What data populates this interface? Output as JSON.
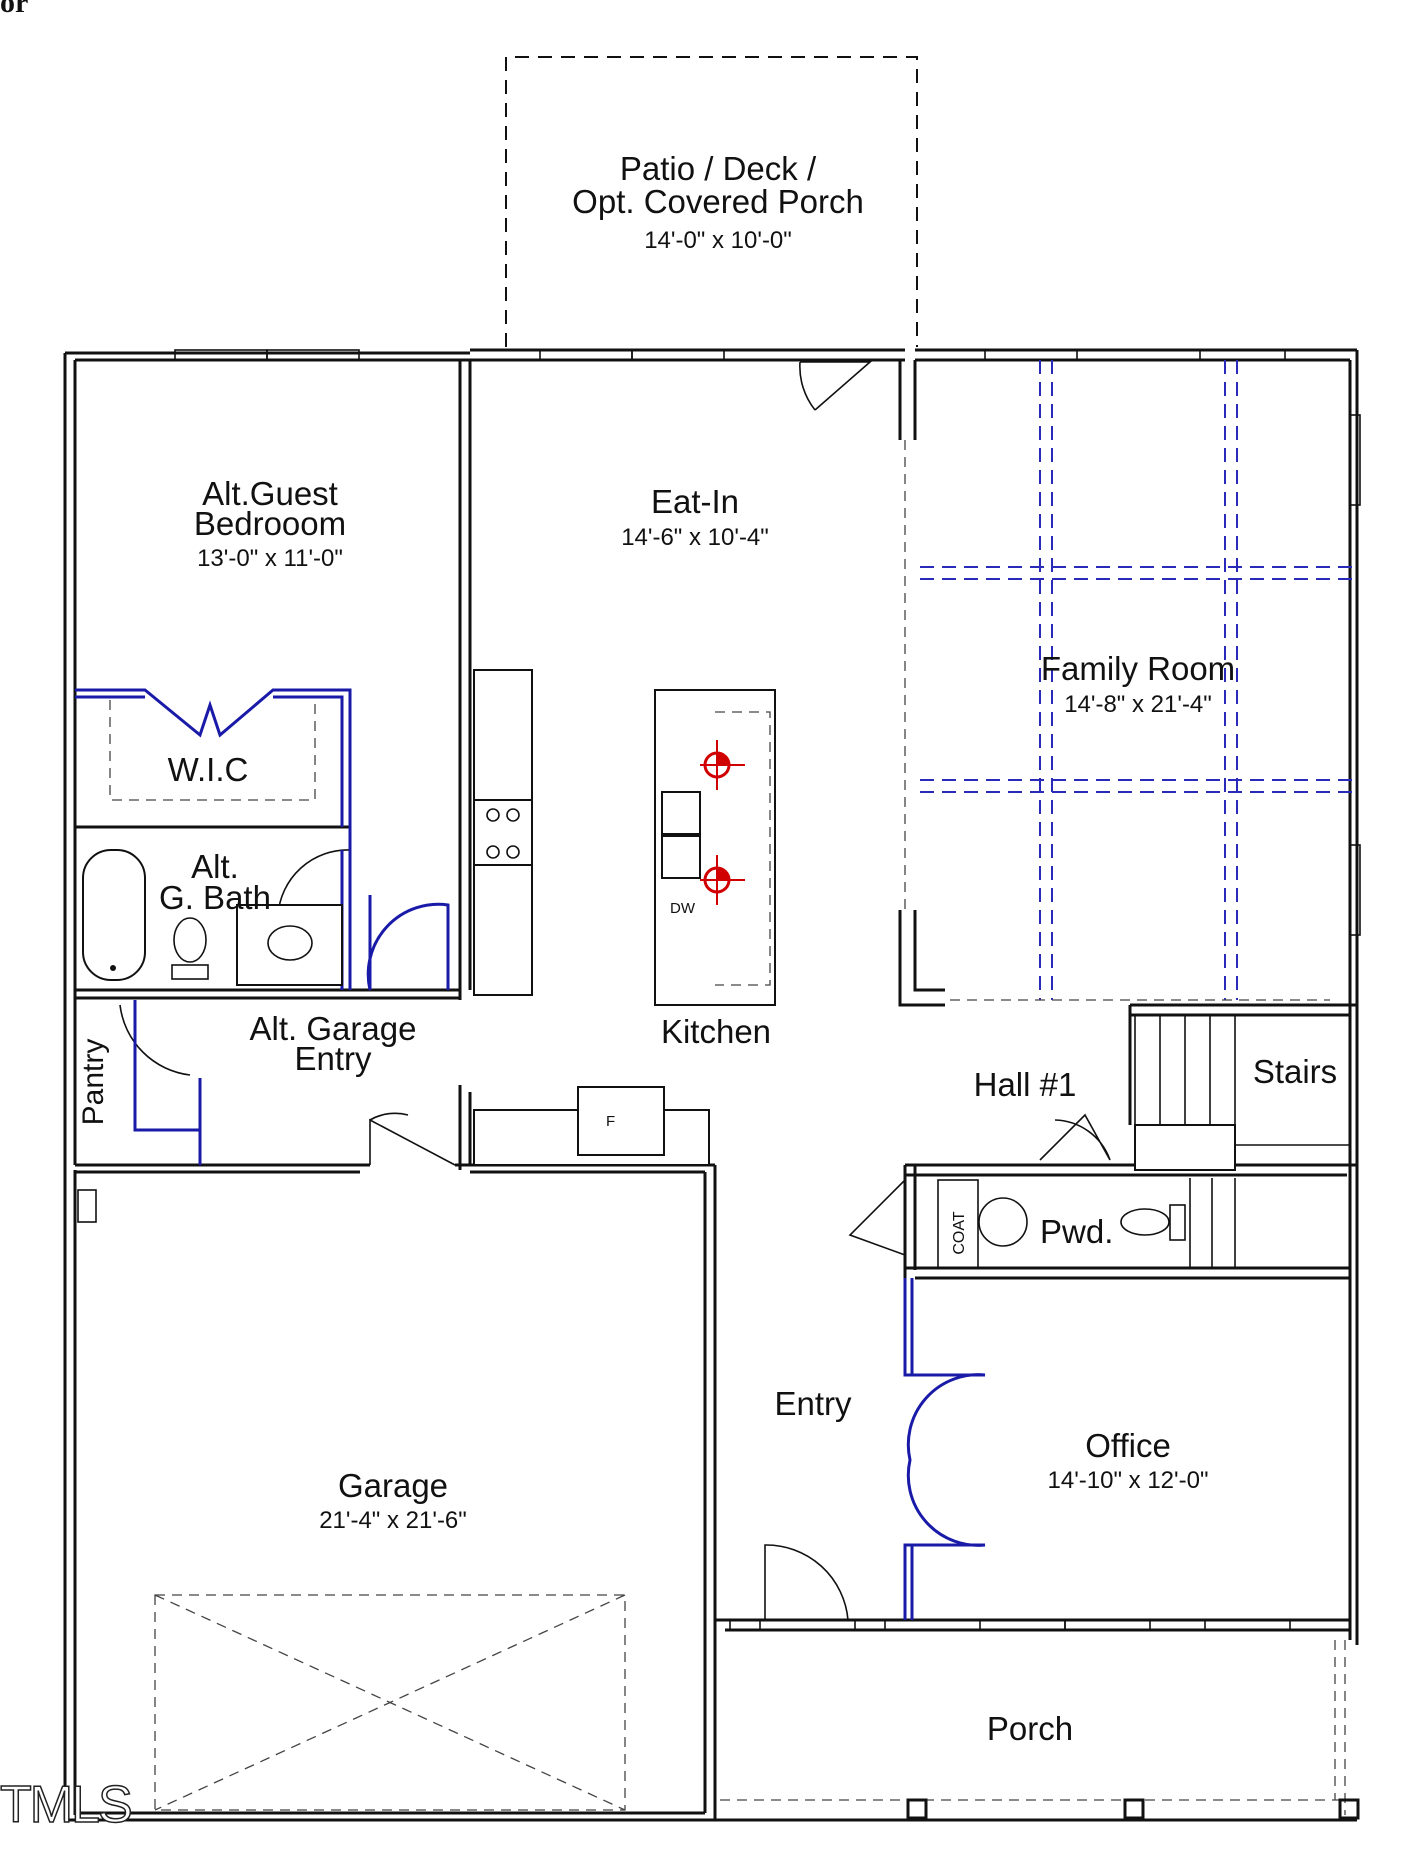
{
  "corner_text": "or",
  "watermark": "TMLS",
  "rooms": {
    "patio": {
      "name_line1": "Patio / Deck /",
      "name_line2": "Opt. Covered Porch",
      "dims": "14'-0\" x 10'-0\""
    },
    "guest_bedroom": {
      "name_line1": "Alt.Guest",
      "name_line2": "Bedrooom",
      "dims": "13'-0\" x 11'-0\""
    },
    "eat_in": {
      "name": "Eat-In",
      "dims": "14'-6\" x 10'-4\""
    },
    "family_room": {
      "name": "Family Room",
      "dims": "14'-8\" x 21'-4\""
    },
    "wic": {
      "name": "W.I.C"
    },
    "guest_bath": {
      "name_line1": "Alt.",
      "name_line2": "G. Bath"
    },
    "pantry": {
      "name": "Pantry"
    },
    "garage_entry": {
      "name_line1": "Alt. Garage",
      "name_line2": "Entry"
    },
    "kitchen": {
      "name": "Kitchen"
    },
    "hall": {
      "name": "Hall #1"
    },
    "stairs": {
      "name": "Stairs"
    },
    "powder": {
      "name": "Pwd."
    },
    "coat": {
      "name": "COAT"
    },
    "entry": {
      "name": "Entry"
    },
    "office": {
      "name": "Office",
      "dims": "14'-10\" x 12'-0\""
    },
    "garage": {
      "name": "Garage",
      "dims": "21'-4\" x 21'-6\""
    },
    "porch": {
      "name": "Porch"
    }
  },
  "fixtures": {
    "dishwasher": "DW",
    "fridge": "F"
  },
  "colors": {
    "walls": "#111111",
    "options_blue": "#1a1aa8",
    "outlets_red": "#d00000"
  }
}
